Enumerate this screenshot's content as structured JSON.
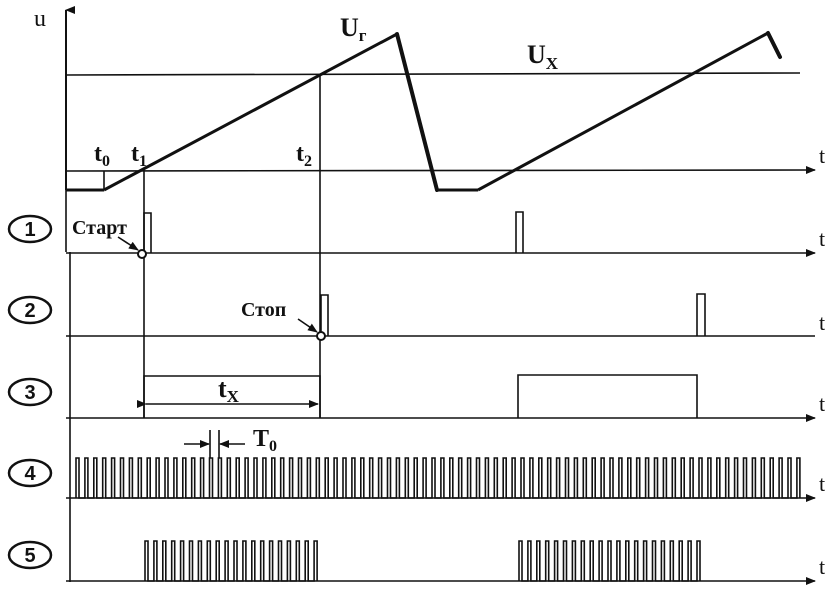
{
  "axis_labels": {
    "u": "u",
    "t": "t"
  },
  "signals": {
    "ramp": {
      "label_main": "U",
      "label_sub": "г"
    },
    "threshold": {
      "label_main": "U",
      "label_sub": "X"
    }
  },
  "time_marks": {
    "t0": {
      "main": "t",
      "sub": "0"
    },
    "t1": {
      "main": "t",
      "sub": "1"
    },
    "t2": {
      "main": "t",
      "sub": "2"
    }
  },
  "annotations": {
    "start": "Старт",
    "stop": "Стоп",
    "tx": {
      "main": "t",
      "sub": "X"
    },
    "period": {
      "main": "T",
      "sub": "0"
    }
  },
  "channels": [
    "1",
    "2",
    "3",
    "4",
    "5"
  ]
}
